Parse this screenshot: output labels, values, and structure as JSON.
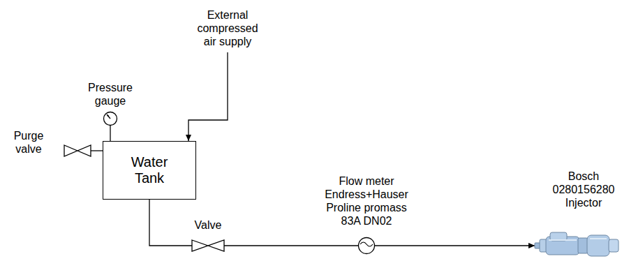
{
  "diagram": {
    "nodes": [
      {
        "text": [
          "External compressed air supply"
        ]
      },
      {
        "text": [
          "Pressure gauge"
        ]
      },
      {
        "text": [
          "Purge valve"
        ]
      },
      {
        "text": [
          "Water Tank"
        ]
      },
      {
        "text": [
          "Valve"
        ]
      },
      {
        "text": [
          "Flow meter Endress+Hauser Proline promass 83A DN02"
        ]
      },
      {
        "text": [
          "Bosch 0280156280 Injector"
        ]
      }
    ],
    "edges": [
      {
        "from": 0,
        "to": 3,
        "arrow": "to"
      },
      {
        "from": 1,
        "to": 3,
        "arrow": "none"
      },
      {
        "from": 2,
        "to": 3,
        "arrow": "none"
      },
      {
        "from": 3,
        "to": 4,
        "arrow": "none"
      },
      {
        "from": 4,
        "to": 5,
        "arrow": "none"
      },
      {
        "from": 5,
        "to": 6,
        "arrow": "to"
      }
    ]
  }
}
